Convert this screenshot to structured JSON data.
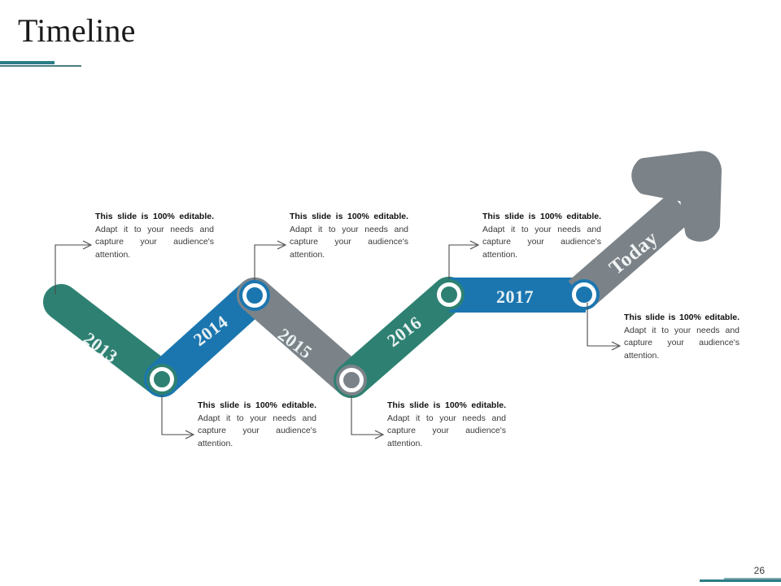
{
  "slide": {
    "title": "Timeline",
    "page_number": "26"
  },
  "palette": {
    "teal": "#2e8172",
    "blue": "#1b76b0",
    "gray": "#7b8389",
    "accent_rule": "#2b7d86",
    "label_text": "#e9f1f2",
    "body_text": "#3a3a3a"
  },
  "timeline": {
    "segments": [
      {
        "id": "seg-2013",
        "label": "2013",
        "color": "#2e8172",
        "direction": "down-right"
      },
      {
        "id": "seg-2014",
        "label": "2014",
        "color": "#1b76b0",
        "direction": "up-right"
      },
      {
        "id": "seg-2015",
        "label": "2015",
        "color": "#7b8389",
        "direction": "down-right"
      },
      {
        "id": "seg-2016",
        "label": "2016",
        "color": "#2e8172",
        "direction": "up-right"
      },
      {
        "id": "seg-2017",
        "label": "2017",
        "color": "#1b76b0",
        "direction": "horizontal"
      },
      {
        "id": "seg-today",
        "label": "Today",
        "color": "#7b8389",
        "direction": "up-right-arrow"
      }
    ],
    "markers": [
      {
        "id": "marker-2013-2014",
        "position": "bottom"
      },
      {
        "id": "marker-2014-2015",
        "position": "top"
      },
      {
        "id": "marker-2015-2016",
        "position": "bottom"
      },
      {
        "id": "marker-2016-2017",
        "position": "top"
      },
      {
        "id": "marker-2017-today",
        "position": "top"
      }
    ]
  },
  "callouts": [
    {
      "id": "callout-1",
      "lead": "This slide is 100% editable.",
      "body": " Adapt it to your needs and capture your audience's attention."
    },
    {
      "id": "callout-2",
      "lead": "This slide is 100% editable.",
      "body": " Adapt it to your needs and capture your audience's attention."
    },
    {
      "id": "callout-3",
      "lead": "This slide is 100% editable.",
      "body": " Adapt it to your needs and capture your audience's attention."
    },
    {
      "id": "callout-4",
      "lead": "This slide is 100% editable.",
      "body": " Adapt it to your needs and capture your audience's attention."
    },
    {
      "id": "callout-5",
      "lead": "This slide is 100% editable.",
      "body": " Adapt it to your needs and capture your audience's attention."
    },
    {
      "id": "callout-6",
      "lead": "This slide is 100% editable.",
      "body": " Adapt it to your needs and capture your audience's attention."
    }
  ]
}
